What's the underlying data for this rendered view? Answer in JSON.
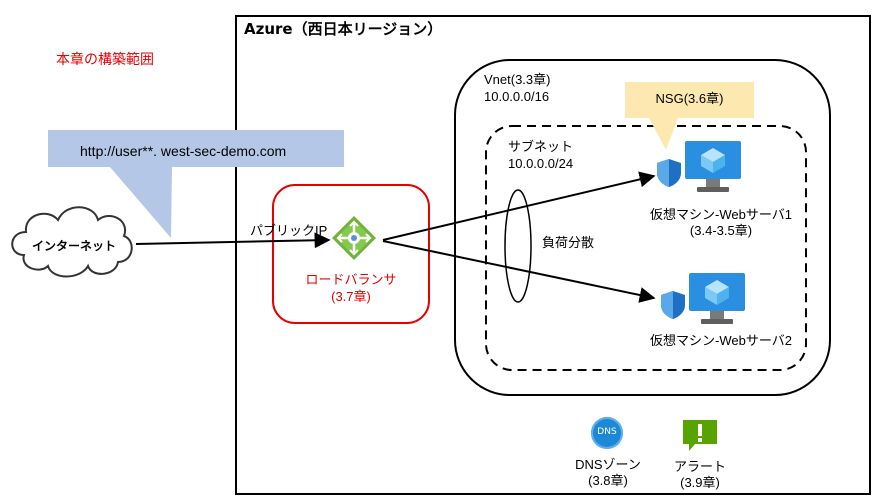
{
  "scope_label": "本章の構築範囲",
  "callout_url": "http://user**. west-sec-demo.com",
  "internet_label": "インターネット",
  "public_ip_label": "パブリックIP",
  "load_balancer": {
    "name": "ロードバランサ",
    "chapter": "(3.7章)"
  },
  "azure_region_title": "Azure（西日本リージョン）",
  "vnet": {
    "label": "Vnet(3.3章)",
    "cidr": "10.0.0.0/16"
  },
  "subnet": {
    "label": "サブネット",
    "cidr": "10.0.0.0/24"
  },
  "nsg_label": "NSG(3.6章)",
  "load_balancing_label": "負荷分散",
  "vm1": {
    "name": "仮想マシン-Webサーバ1",
    "chapter": "(3.4-3.5章)"
  },
  "vm2": {
    "name": "仮想マシン-Webサーバ2"
  },
  "dns": {
    "icon_text": "DNS",
    "name": "DNSゾーン",
    "chapter": "(3.8章)"
  },
  "alert": {
    "name": "アラート",
    "chapter": "(3.9章)"
  },
  "colors": {
    "scope_red": "#e60000",
    "callout_blue": "#b4c7e7",
    "nsg_yellow": "#fde9b0",
    "azure_blue": "#1e88d8",
    "lb_green": "#6fb33b",
    "alert_green": "#57a300"
  }
}
